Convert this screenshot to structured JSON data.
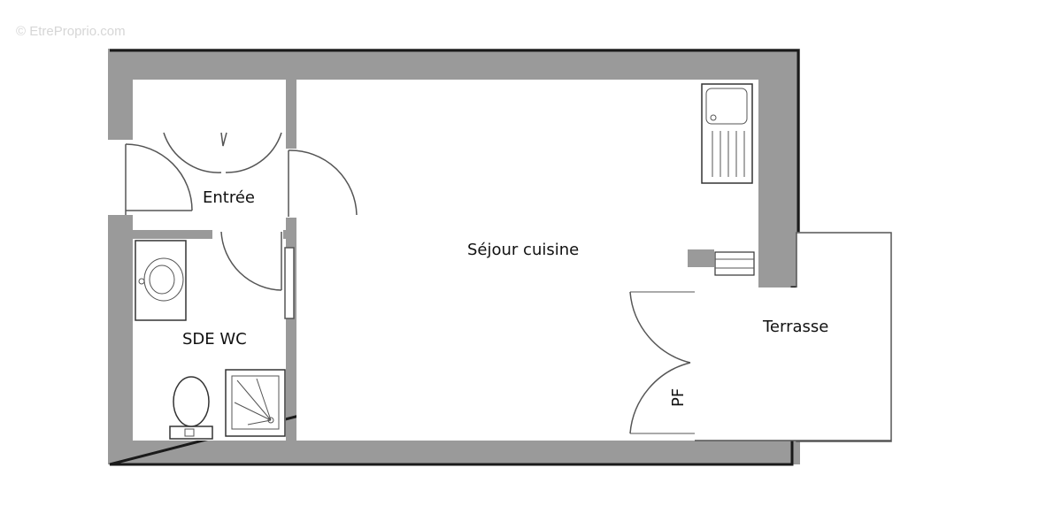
{
  "watermark": "© EtreProprio.com",
  "rooms": {
    "entree": "Entrée",
    "sejour": "Séjour cuisine",
    "sde": "SDE WC",
    "terrasse": "Terrasse",
    "pf": "PF"
  },
  "colors": {
    "wall": "#9a9a9a",
    "wall_edge": "#1a1a1a",
    "floor": "#ffffff"
  },
  "icons": [
    "sink-icon",
    "toilet-icon",
    "shower-icon",
    "kitchen-sink-icon",
    "door-icon"
  ]
}
